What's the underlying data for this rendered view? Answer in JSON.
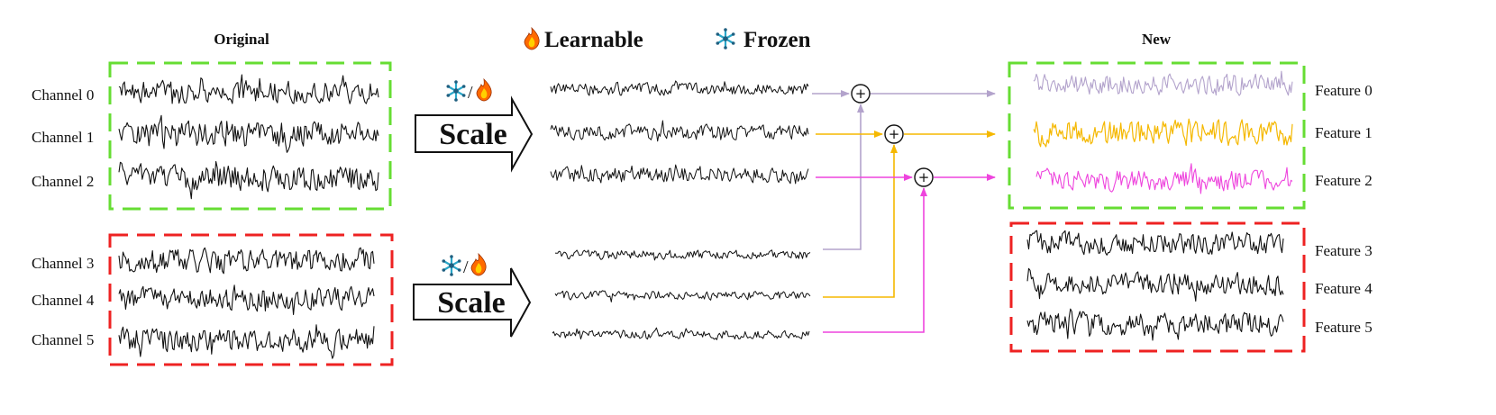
{
  "header": {
    "original": "Original",
    "new": "New",
    "learnable": "Learnable",
    "frozen": "Frozen"
  },
  "channels": [
    "Channel 0",
    "Channel 1",
    "Channel 2",
    "Channel 3",
    "Channel 4",
    "Channel 5"
  ],
  "features": [
    "Feature 0",
    "Feature 1",
    "Feature 2",
    "Feature 3",
    "Feature 4",
    "Feature 5"
  ],
  "scale": {
    "label": "Scale",
    "separator": "/"
  },
  "adder_symbol": "+",
  "colors": {
    "group_green": "#66dd33",
    "group_red": "#ee2222",
    "path0": "#b3a3cc",
    "path1": "#f5b800",
    "path2": "#ee44dd",
    "signal": "#111111",
    "snowflake": "#2aa7c9",
    "flame_outer": "#ff6a00",
    "flame_inner": "#ffd000"
  },
  "icons": [
    "flame-icon",
    "snowflake-icon",
    "scale-arrow-icon",
    "adder-icon"
  ]
}
